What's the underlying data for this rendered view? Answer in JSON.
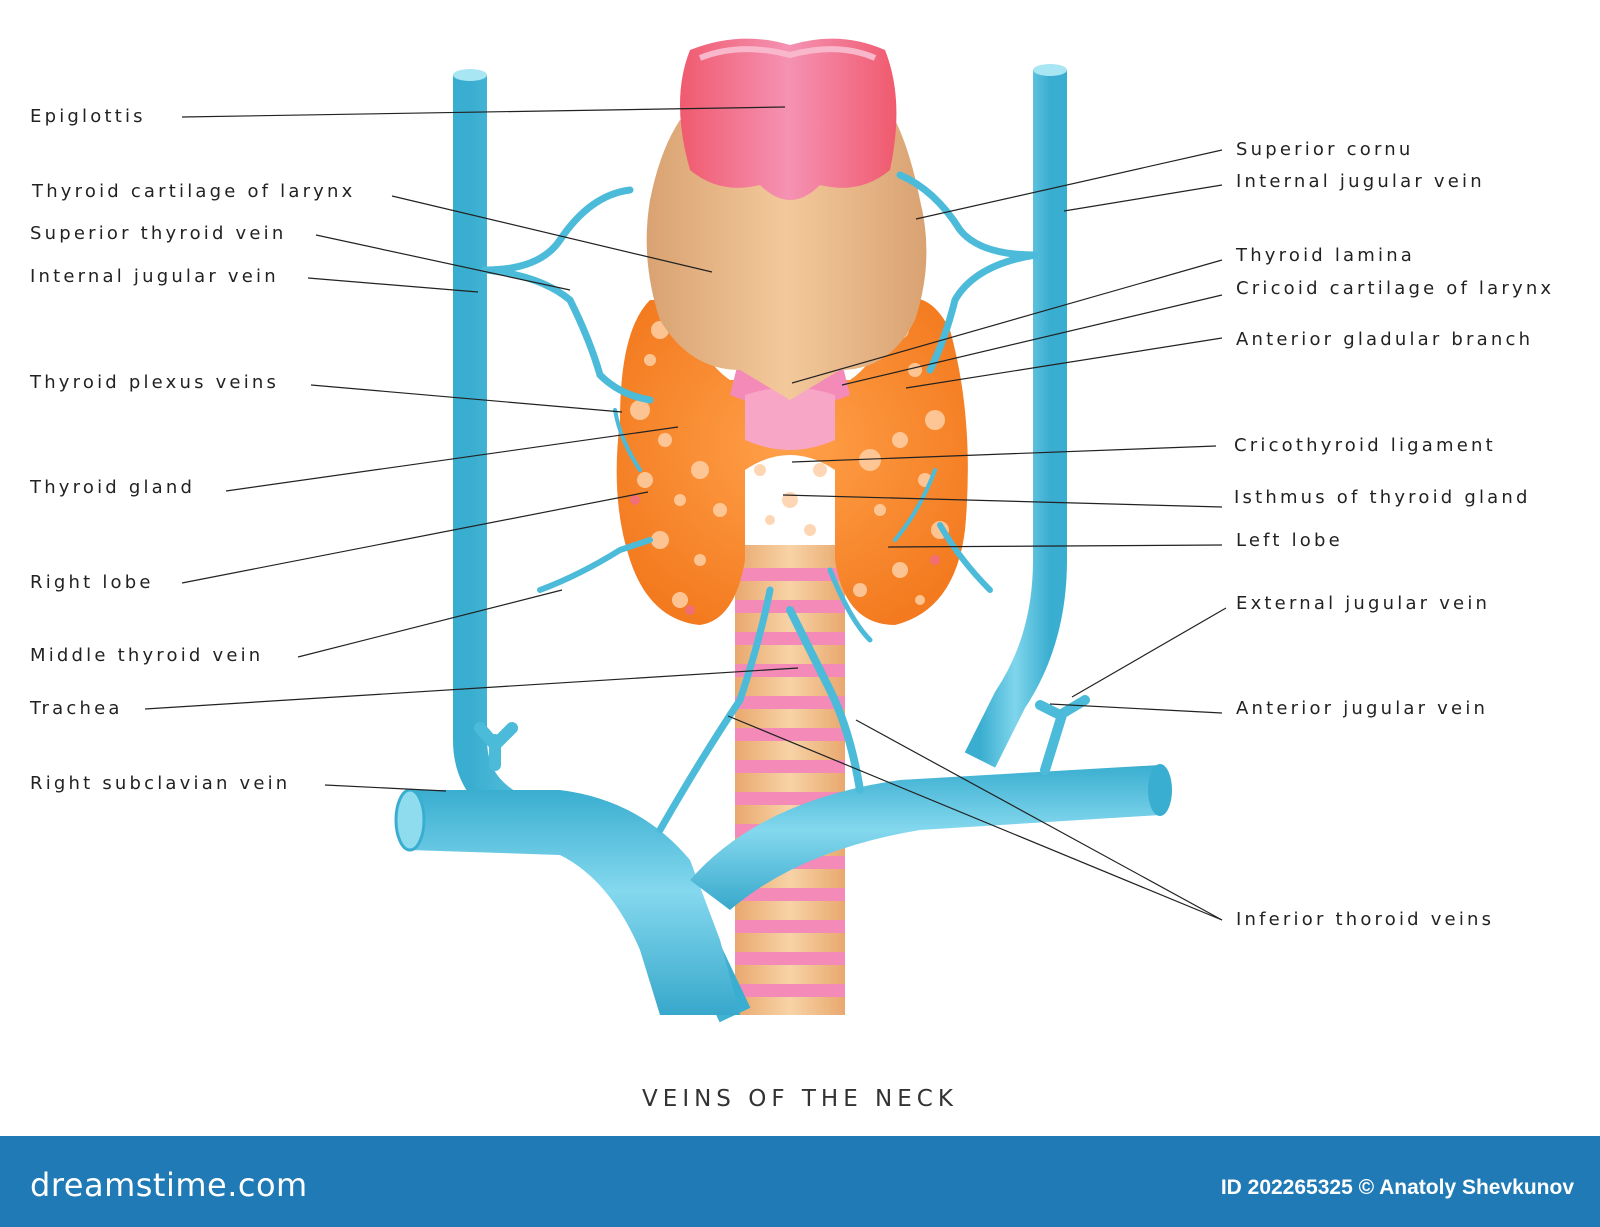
{
  "title": "VEINS OF THE NECK",
  "labels_left": [
    {
      "id": "epiglottis",
      "text": "Epiglottis"
    },
    {
      "id": "thyroid-cartilage",
      "text": "Thyroid cartilage of larynx"
    },
    {
      "id": "superior-thyroid-vein",
      "text": "Superior thyroid vein"
    },
    {
      "id": "internal-jugular-vein-left",
      "text": "Internal jugular vein"
    },
    {
      "id": "thyroid-plexus-veins",
      "text": "Thyroid  plexus  veins"
    },
    {
      "id": "thyroid-gland",
      "text": "Thyroid  gland"
    },
    {
      "id": "right-lobe",
      "text": "Right  lobe"
    },
    {
      "id": "middle-thyroid-vein",
      "text": "Middle thyroid vein"
    },
    {
      "id": "trachea",
      "text": "Trachea"
    },
    {
      "id": "right-subclavian-vein",
      "text": "Right subclavian  vein"
    }
  ],
  "labels_right": [
    {
      "id": "superior-cornu",
      "text": "Superior  cornu"
    },
    {
      "id": "internal-jugular-vein-right",
      "text": "Internal jugular vein"
    },
    {
      "id": "thyroid-lamina",
      "text": "Thyroid  lamina"
    },
    {
      "id": "cricoid-cartilage",
      "text": "Cricoid cartilage of larynx"
    },
    {
      "id": "anterior-glandular-branch",
      "text": "Anterior gladular branch"
    },
    {
      "id": "cricothyroid-ligament",
      "text": "Cricothyroid   ligament"
    },
    {
      "id": "isthmus",
      "text": "Isthmus of thyroid gland"
    },
    {
      "id": "left-lobe",
      "text": "Left  lobe"
    },
    {
      "id": "external-jugular-vein",
      "text": "External  jugular vein"
    },
    {
      "id": "anterior-jugular-vein",
      "text": "Anterior  jugular vein"
    },
    {
      "id": "inferior-thyroid-veins",
      "text": "Inferior thoroid veins"
    }
  ],
  "footer": {
    "brand": "dreamstime.com",
    "credit": "ID 202265325 © Anatoly Shevkunov"
  },
  "colors": {
    "vein": "#4cbbd9",
    "vein_light": "#8fdcef",
    "thyroid_gland": "#f58a2e",
    "cartilage": "#eab887",
    "epiglottis": "#f46d7a",
    "ring": "#f48ab8",
    "footer": "#1f7ab5"
  }
}
